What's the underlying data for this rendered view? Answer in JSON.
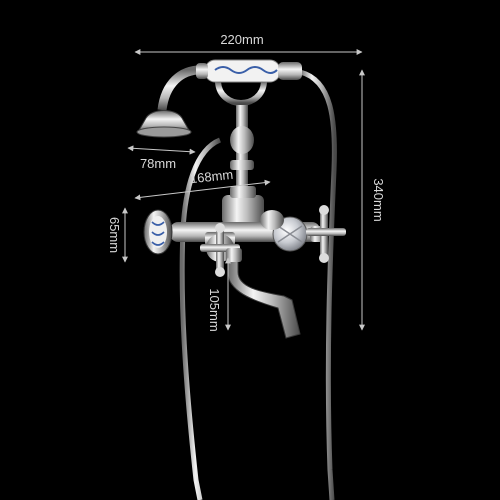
{
  "dimensions": {
    "width_overall": "220mm",
    "height_overall": "340mm",
    "head_diameter": "78mm",
    "center_spacing": "168mm",
    "mount_height": "65mm",
    "spout_drop": "105mm"
  },
  "colors": {
    "background": "#000000",
    "dimension_line": "#c8c8c8",
    "dimension_text": "#d8d8d8",
    "chrome_light": "#f2f2f2",
    "chrome_dark": "#5a5a5a",
    "ceramic_blue": "#3a5fa8"
  }
}
